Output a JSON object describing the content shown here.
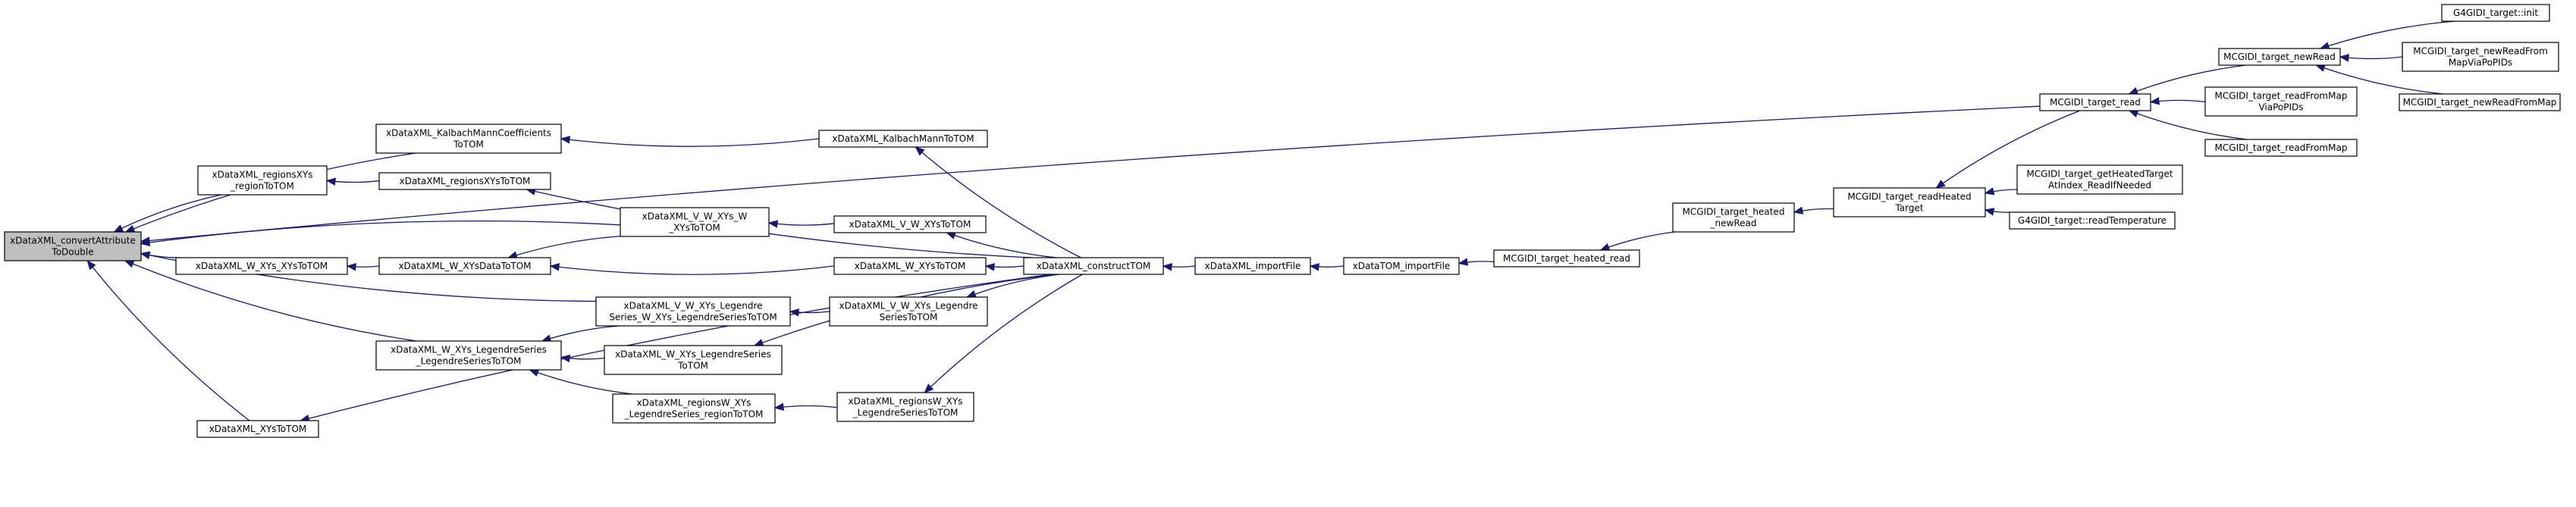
{
  "graph": {
    "edge_color": "#191970",
    "root_fill": "#bfbfbf",
    "nodes": [
      {
        "id": "root",
        "lines": [
          "xDataXML_convertAttribute",
          "ToDouble"
        ],
        "root": true
      },
      {
        "id": "kalbachCoeff",
        "lines": [
          "xDataXML_KalbachMannCoefficients",
          "ToTOM"
        ]
      },
      {
        "id": "regionsXYs_region",
        "lines": [
          "xDataXML_regionsXYs",
          "_regionToTOM"
        ]
      },
      {
        "id": "W_XYs_XYs",
        "lines": [
          "xDataXML_W_XYs_XYsToTOM"
        ]
      },
      {
        "id": "W_XYs_Leg_Leg",
        "lines": [
          "xDataXML_W_XYs_LegendreSeries",
          "_LegendreSeriesToTOM"
        ]
      },
      {
        "id": "XYsToTOM",
        "lines": [
          "xDataXML_XYsToTOM"
        ]
      },
      {
        "id": "regionsXYs",
        "lines": [
          "xDataXML_regionsXYsToTOM"
        ]
      },
      {
        "id": "W_XYsData",
        "lines": [
          "xDataXML_W_XYsDataToTOM"
        ]
      },
      {
        "id": "V_W_XYs_W_XYs",
        "lines": [
          "xDataXML_V_W_XYs_W",
          "_XYsToTOM"
        ]
      },
      {
        "id": "V_W_XYs_Leg_W",
        "lines": [
          "xDataXML_V_W_XYs_Legendre",
          "Series_W_XYs_LegendreSeriesToTOM"
        ]
      },
      {
        "id": "W_XYs_LegSeries",
        "lines": [
          "xDataXML_W_XYs_LegendreSeries",
          "ToTOM"
        ]
      },
      {
        "id": "regionsW_XYs_Leg_region",
        "lines": [
          "xDataXML_regionsW_XYs",
          "_LegendreSeries_regionToTOM"
        ]
      },
      {
        "id": "kalbach",
        "lines": [
          "xDataXML_KalbachMannToTOM"
        ]
      },
      {
        "id": "V_W_XYs",
        "lines": [
          "xDataXML_V_W_XYsToTOM"
        ]
      },
      {
        "id": "W_XYs",
        "lines": [
          "xDataXML_W_XYsToTOM"
        ]
      },
      {
        "id": "V_W_XYs_Leg",
        "lines": [
          "xDataXML_V_W_XYs_Legendre",
          "SeriesToTOM"
        ]
      },
      {
        "id": "regionsW_XYs_Leg",
        "lines": [
          "xDataXML_regionsW_XYs",
          "_LegendreSeriesToTOM"
        ]
      },
      {
        "id": "construct",
        "lines": [
          "xDataXML_constructTOM"
        ]
      },
      {
        "id": "importFile",
        "lines": [
          "xDataXML_importFile"
        ]
      },
      {
        "id": "tomImport",
        "lines": [
          "xDataTOM_importFile"
        ]
      },
      {
        "id": "heatedRead",
        "lines": [
          "MCGIDI_target_heated_read"
        ]
      },
      {
        "id": "heatedNewRead",
        "lines": [
          "MCGIDI_target_heated",
          "_newRead"
        ]
      },
      {
        "id": "readHeated",
        "lines": [
          "MCGIDI_target_readHeated",
          "Target"
        ]
      },
      {
        "id": "targetRead",
        "lines": [
          "MCGIDI_target_read"
        ]
      },
      {
        "id": "getHeated",
        "lines": [
          "MCGIDI_target_getHeatedTarget",
          "AtIndex_ReadIfNeeded"
        ]
      },
      {
        "id": "g4readTemp",
        "lines": [
          "G4GIDI_target::readTemperature"
        ]
      },
      {
        "id": "newRead",
        "lines": [
          "MCGIDI_target_newRead"
        ]
      },
      {
        "id": "readFromMapVia",
        "lines": [
          "MCGIDI_target_readFromMap",
          "ViaPoPIDs"
        ]
      },
      {
        "id": "readFromMap",
        "lines": [
          "MCGIDI_target_readFromMap"
        ]
      },
      {
        "id": "g4init",
        "lines": [
          "G4GIDI_target::init"
        ]
      },
      {
        "id": "newReadFromMapVia",
        "lines": [
          "MCGIDI_target_newReadFrom",
          "MapViaPoPIDs"
        ]
      },
      {
        "id": "newReadFromMap",
        "lines": [
          "MCGIDI_target_newReadFromMap"
        ]
      }
    ]
  }
}
